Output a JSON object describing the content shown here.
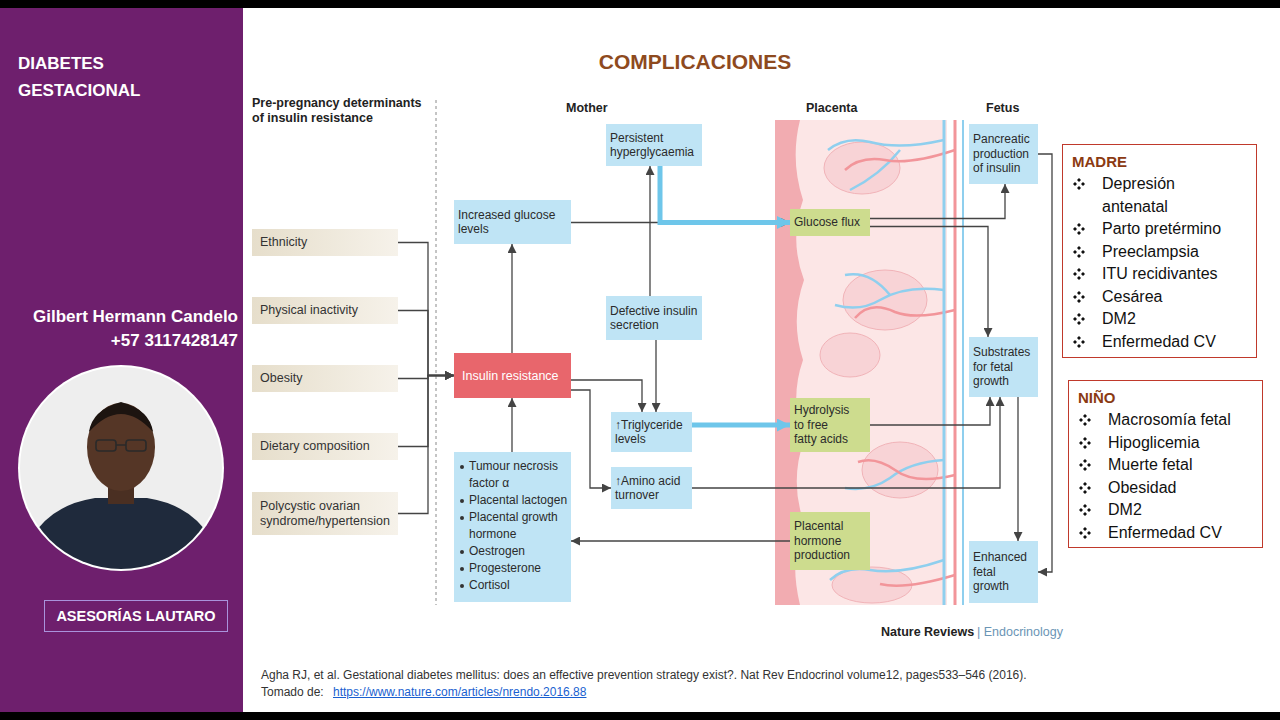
{
  "diagram": {
    "title": "COMPLICACIONES",
    "caption": "Agha RJ, et al. Gestational diabetes mellitus: does an effective prevention strategy exist?. Nat Rev Endocrinol volume12, pages533–546 (2016).",
    "nodes": [
      {
        "text": [
          "DIABETES GESTACIONAL",
          "Gilbert Hermann Candelo",
          "+57 3117428147"
        ]
      },
      {
        "text": [
          "ASESORÍAS LAUTARO"
        ],
        "in": 0
      },
      {
        "text": [
          "Ethnicity"
        ]
      },
      {
        "text": [
          "Physical inactivity"
        ]
      },
      {
        "text": [
          "Obesity"
        ]
      },
      {
        "text": [
          "Dietary composition"
        ]
      },
      {
        "text": [
          "Polycystic ovarian syndrome/hypertension"
        ]
      },
      {
        "text": [
          "Persistent hyperglycaemia"
        ]
      },
      {
        "text": [
          "Increased glucose levels"
        ]
      },
      {
        "text": [
          "Defective insulin secretion"
        ]
      },
      {
        "text": [
          "Insulin resistance"
        ]
      },
      {
        "text": [
          "↑Triglyceride levels"
        ]
      },
      {
        "text": [
          "↑Amino acid turnover"
        ]
      },
      {
        "text": [
          "Tumour necrosis factor α",
          "Placental lactogen",
          "Placental growth hormone",
          "Oestrogen",
          "Progesterone",
          "Cortisol"
        ]
      },
      {
        "text": [
          "Glucose flux"
        ]
      },
      {
        "text": [
          "Hydrolysis to free fatty acids"
        ]
      },
      {
        "text": [
          "Placental hormone production"
        ]
      },
      {
        "text": [
          "Pancreatic production of insulin"
        ]
      },
      {
        "text": [
          "Substrates for fetal growth"
        ]
      },
      {
        "text": [
          "Enhanced fetal growth"
        ]
      },
      {
        "text": [
          "MADRE",
          "Depresión antenatal",
          "Parto pretérmino",
          "Preeclampsia",
          "ITU recidivantes",
          "Cesárea",
          "DM2",
          "Enfermedad CV"
        ]
      },
      {
        "text": [
          "NIÑO",
          "Macrosomía fetal",
          "Hipoglicemia",
          "Muerte fetal",
          "Obesidad",
          "DM2",
          "Enfermedad CV"
        ]
      }
    ],
    "edges": [
      {
        "from": 2,
        "to": 10,
        "arrow": "to"
      },
      {
        "from": 3,
        "to": 10,
        "arrow": "to"
      },
      {
        "from": 4,
        "to": 10,
        "arrow": "to"
      },
      {
        "from": 5,
        "to": 10,
        "arrow": "to"
      },
      {
        "from": 6,
        "to": 10,
        "arrow": "to"
      },
      {
        "from": 10,
        "to": 8,
        "arrow": "to"
      },
      {
        "from": 13,
        "to": 10,
        "arrow": "to"
      },
      {
        "from": 8,
        "to": 14,
        "arrow": "to"
      },
      {
        "from": 7,
        "to": 14,
        "arrow": "to"
      },
      {
        "from": 9,
        "to": 7,
        "arrow": "to"
      },
      {
        "from": 9,
        "to": 11,
        "arrow": "to"
      },
      {
        "from": 10,
        "to": 11,
        "arrow": "to"
      },
      {
        "from": 10,
        "to": 12,
        "arrow": "to"
      },
      {
        "from": 11,
        "to": 15,
        "arrow": "to"
      },
      {
        "from": 12,
        "to": 18,
        "arrow": "to"
      },
      {
        "from": 15,
        "to": 18,
        "arrow": "to"
      },
      {
        "from": 14,
        "to": 17,
        "arrow": "to"
      },
      {
        "from": 14,
        "to": 18,
        "arrow": "to"
      },
      {
        "from": 18,
        "to": 19,
        "arrow": "to"
      },
      {
        "from": 17,
        "to": 19,
        "arrow": "to"
      },
      {
        "from": 16,
        "to": 13,
        "arrow": "to"
      }
    ],
    "labels": [
      "Pre-pregnancy determinants of insulin resistance",
      "Mother",
      "Placenta",
      "Fetus",
      "Nature Reviews",
      "| Endocrinology",
      "Tomado de:",
      "https://www.nature.com/articles/nrendo.2016.88"
    ]
  }
}
